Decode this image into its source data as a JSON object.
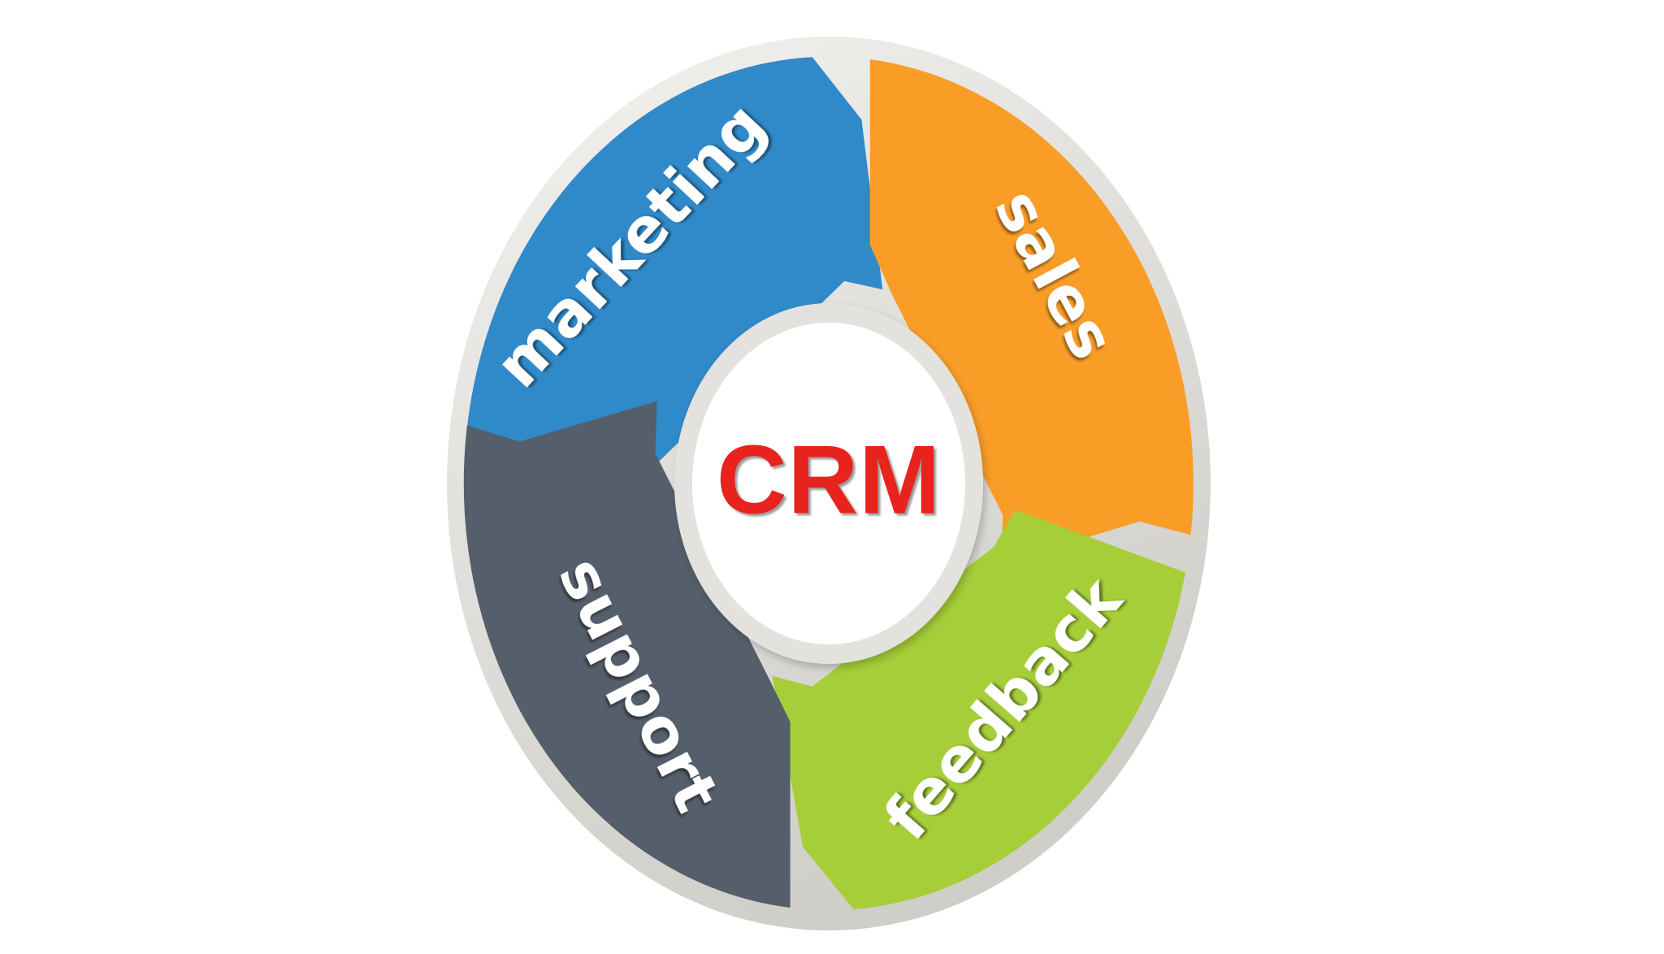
{
  "diagram": {
    "type": "donut-cycle",
    "title": "CRM",
    "center": {
      "label": "CRM",
      "text_color": "#e8231a",
      "fill": "#ffffff"
    },
    "background_color": "#ffffff",
    "ring_border_color": "#dcdcd8",
    "segments": [
      {
        "id": "marketing",
        "label": "marketing",
        "color": "#3089c9",
        "text_color": "#ffffff",
        "position": "upper-left",
        "start_angle": 270,
        "end_angle": 360
      },
      {
        "id": "sales",
        "label": "sales",
        "color": "#f99d27",
        "text_color": "#ffffff",
        "position": "upper-right",
        "start_angle": 0,
        "end_angle": 90
      },
      {
        "id": "feedback",
        "label": "feedback",
        "color": "#a6ce39",
        "text_color": "#ffffff",
        "position": "lower-right",
        "start_angle": 90,
        "end_angle": 180
      },
      {
        "id": "support",
        "label": "support",
        "color": "#555f6b",
        "text_color": "#ffffff",
        "position": "lower-left",
        "start_angle": 180,
        "end_angle": 270
      }
    ]
  }
}
